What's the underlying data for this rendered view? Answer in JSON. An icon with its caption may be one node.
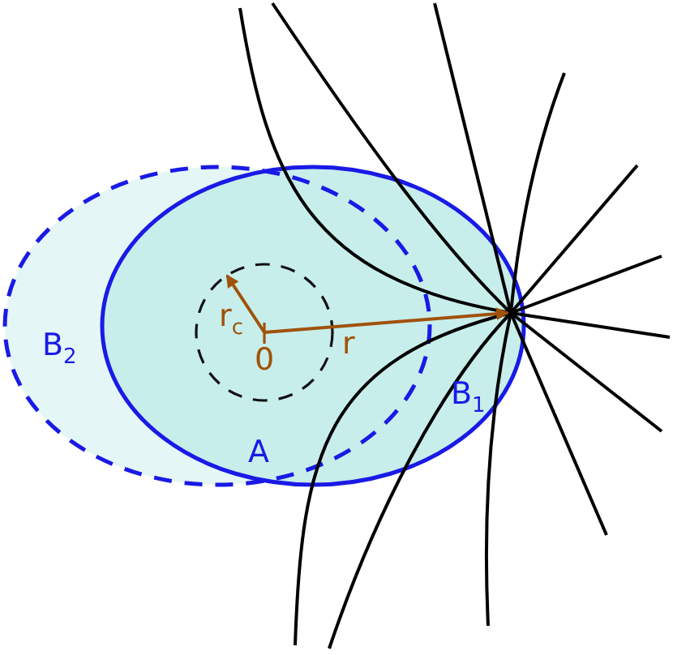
{
  "diagram": {
    "labels": [
      "B$_{2}$",
      "r$_{c}$",
      "0",
      "r",
      "B$_{1}$",
      "A"
    ]
  }
}
